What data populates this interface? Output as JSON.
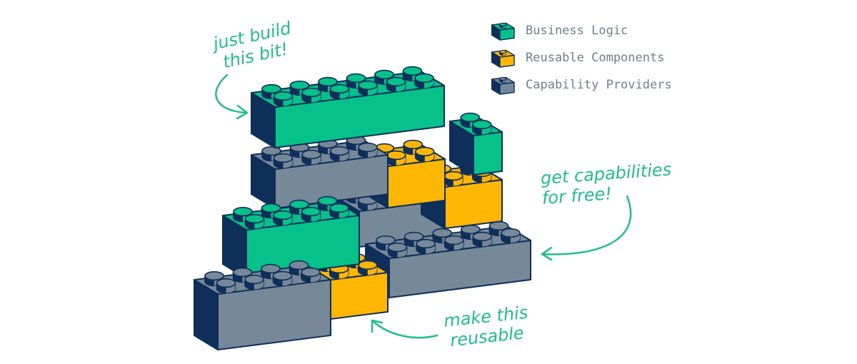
{
  "colors": {
    "business": "#06c28a",
    "reusable": "#ffb703",
    "capability": "#778898",
    "outline": "#0d2f5a",
    "annotation": "#1ec08a"
  },
  "legend": [
    {
      "label": "Business Logic",
      "color_key": "business"
    },
    {
      "label": "Reusable Components",
      "color_key": "reusable"
    },
    {
      "label": "Capability Providers",
      "color_key": "capability"
    }
  ],
  "annotations": {
    "build": [
      "just build",
      "this bit!"
    ],
    "capabilities": [
      "get capabilities",
      "for free!"
    ],
    "reusable": [
      "make this",
      "reusable"
    ]
  }
}
